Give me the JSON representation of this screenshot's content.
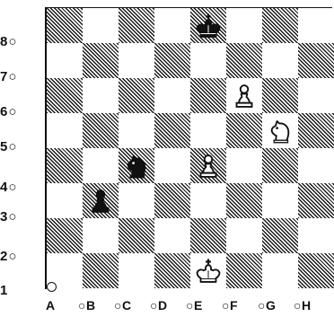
{
  "board": {
    "rank_labels": [
      "8○",
      "7○",
      "6○",
      "5○",
      "4○",
      "3○",
      "2○",
      "1"
    ],
    "file_labels": [
      "A",
      "○B",
      "○C",
      "○D",
      "○E",
      "○F",
      "○G",
      "○H"
    ],
    "pieces": [
      {
        "square": "e8",
        "type": "king",
        "color": "black",
        "icon": "black-king-icon"
      },
      {
        "square": "f6",
        "type": "pawn",
        "color": "white",
        "icon": "white-pawn-icon"
      },
      {
        "square": "g5",
        "type": "knight",
        "color": "white",
        "icon": "white-knight-icon"
      },
      {
        "square": "c4",
        "type": "knight",
        "color": "black",
        "icon": "black-knight-icon"
      },
      {
        "square": "e4",
        "type": "pawn",
        "color": "white",
        "icon": "white-pawn-icon"
      },
      {
        "square": "b3",
        "type": "pawn",
        "color": "black",
        "icon": "black-pawn-icon"
      },
      {
        "square": "e1",
        "type": "king",
        "color": "white",
        "icon": "white-king-icon"
      }
    ]
  }
}
